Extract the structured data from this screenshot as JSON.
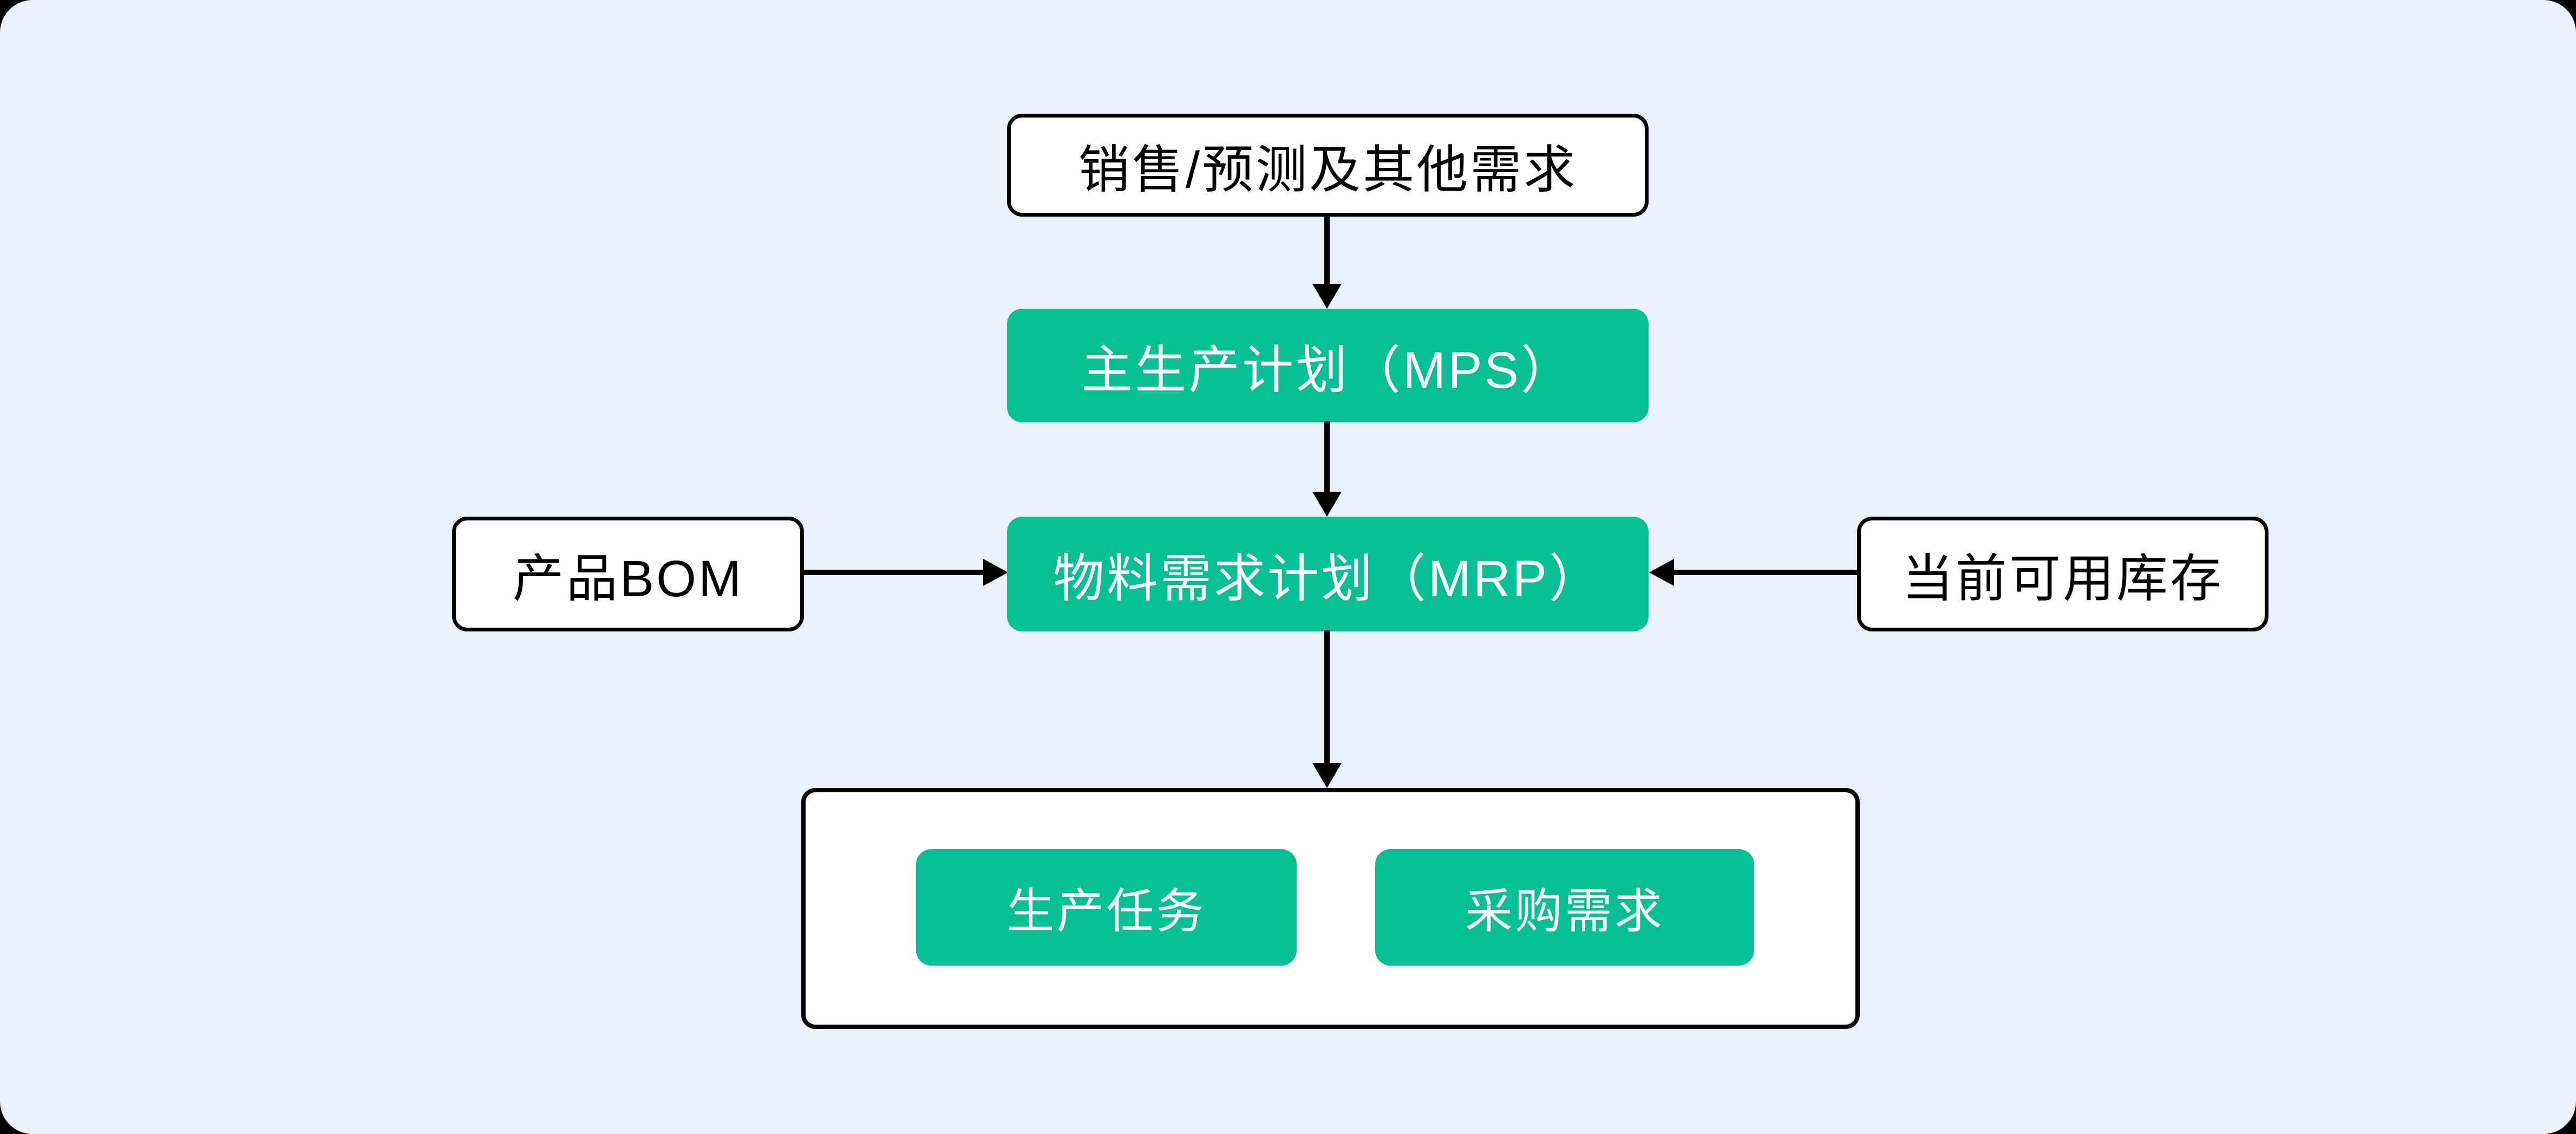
{
  "colors": {
    "canvas_background": "#eaf1fb",
    "accent_green": "#06c094",
    "line_black": "#000000",
    "box_white": "#ffffff",
    "outside_corner": "#000000"
  },
  "nodes": {
    "demand": "销售/预测及其他需求",
    "mps": "主生产计划（MPS）",
    "mrp": "物料需求计划（MRP）",
    "bom": "产品BOM",
    "inventory": "当前可用库存",
    "production_task": "生产任务",
    "purchase_request": "采购需求"
  },
  "edges": [
    {
      "from": "demand",
      "to": "mps",
      "direction": "down"
    },
    {
      "from": "mps",
      "to": "mrp",
      "direction": "down"
    },
    {
      "from": "bom",
      "to": "mrp",
      "direction": "right"
    },
    {
      "from": "inventory",
      "to": "mrp",
      "direction": "left"
    },
    {
      "from": "mrp",
      "to": "outputs-container",
      "direction": "down"
    }
  ]
}
